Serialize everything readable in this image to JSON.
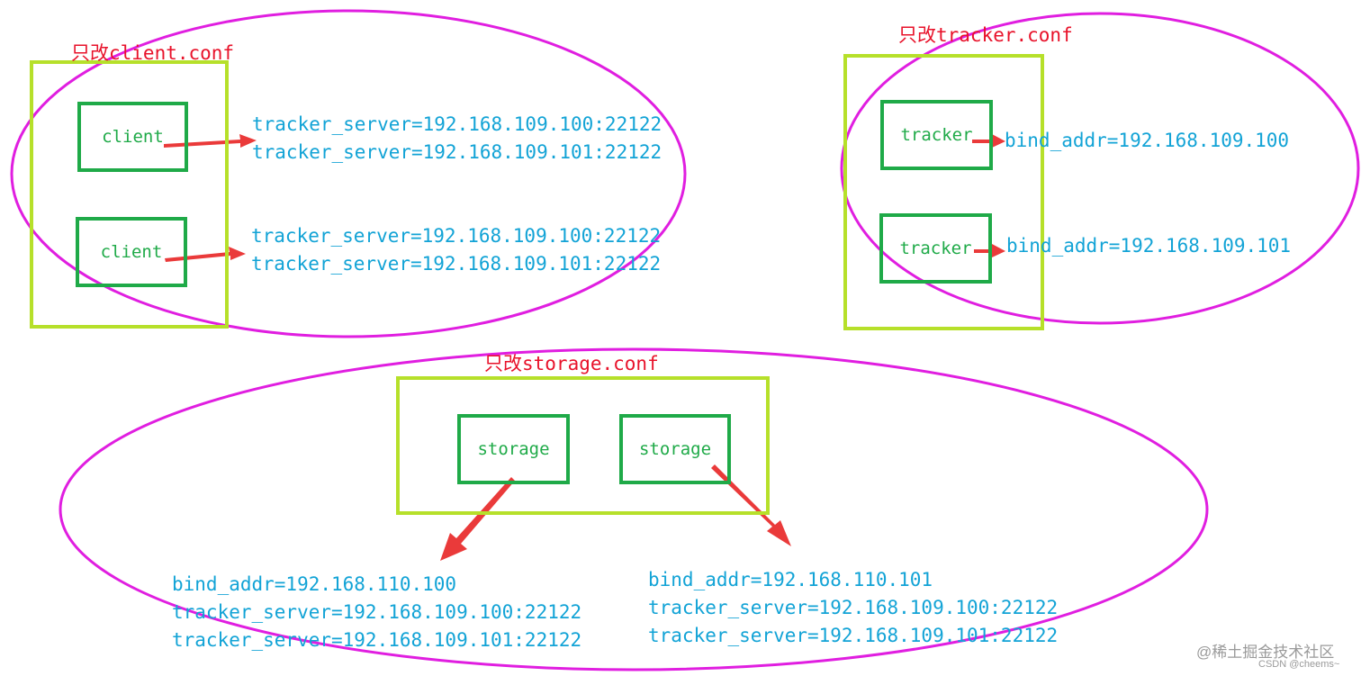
{
  "client_section": {
    "title": "只改client.conf",
    "node_label": "client",
    "config_1": [
      "tracker_server=192.168.109.100:22122",
      "tracker_server=192.168.109.101:22122"
    ],
    "config_2": [
      "tracker_server=192.168.109.100:22122",
      "tracker_server=192.168.109.101:22122"
    ]
  },
  "tracker_section": {
    "title": "只改tracker.conf",
    "node_label": "tracker",
    "config_1": "bind_addr=192.168.109.100",
    "config_2": "bind_addr=192.168.109.101"
  },
  "storage_section": {
    "title": "只改storage.conf",
    "node_label": "storage",
    "config_1": [
      "bind_addr=192.168.110.100",
      "tracker_server=192.168.109.100:22122",
      "tracker_server=192.168.109.101:22122"
    ],
    "config_2": [
      "bind_addr=192.168.110.101",
      "tracker_server=192.168.109.100:22122",
      "tracker_server=192.168.109.101:22122"
    ]
  },
  "watermark": {
    "site": "@稀土掘金技术社区",
    "author": "CSDN @cheems~"
  },
  "colors": {
    "ellipse": "#e01ee0",
    "group_frame": "#b6e02a",
    "node_box": "#1faa48",
    "arrow": "#ea3a3a",
    "config_text": "#12a3d6",
    "title_text": "#e8122a"
  }
}
